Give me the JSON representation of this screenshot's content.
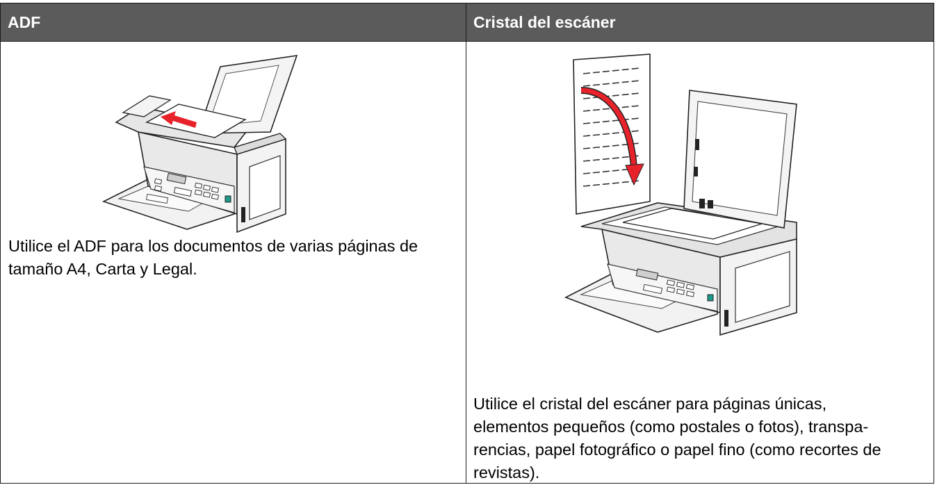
{
  "columns": [
    {
      "header": "ADF",
      "description_lines": [
        "Utilice el ADF para los documentos de varias páginas de",
        "tamaño A4, Carta y Legal."
      ]
    },
    {
      "header": "Cristal del escáner",
      "description_lines": [
        "Utilice el cristal del escáner para páginas únicas,",
        "elementos pequeños (como postales o fotos), transpa-",
        "rencias, papel fotográfico o papel fino (como recortes de",
        "revistas)."
      ]
    }
  ],
  "colors": {
    "header_bg": "#5b5b5b",
    "header_text": "#ffffff",
    "arrow_red": "#e8222b"
  },
  "icons": [
    "adf-printer-illustration",
    "scanner-glass-printer-illustration",
    "document-sheet-icon"
  ]
}
